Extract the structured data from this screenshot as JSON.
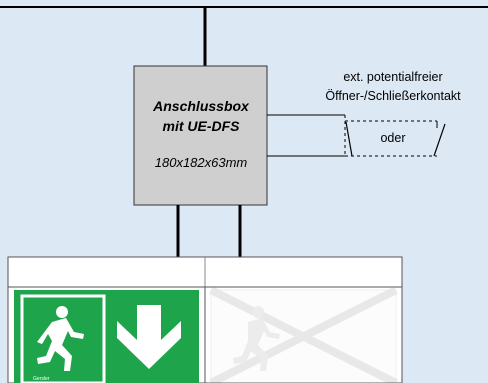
{
  "box": {
    "title_line1": "Anschlussbox",
    "title_line2": "mit UE-DFS",
    "dimensions": "180x182x63mm"
  },
  "contact": {
    "label_line1": "ext. potentialfreier",
    "label_line2": "Öffner-/Schließerkontakt",
    "or_label": "oder"
  },
  "sign": {
    "brand": "Gersler"
  },
  "colors": {
    "background": "#dce8f4",
    "box_fill": "#cfcfcf",
    "sign_green": "#1ea54b",
    "line": "#000000"
  }
}
